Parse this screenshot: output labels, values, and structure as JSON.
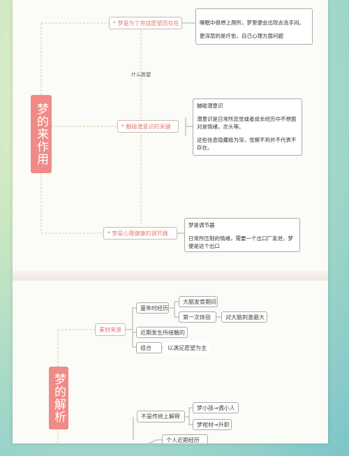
{
  "section1": {
    "title": "梦的来作用",
    "branches": [
      {
        "label": "* 梦是为了完成愿望而存在",
        "note": [
          "睡眠中很想上厕所，梦里便会出现去洗手间。",
          "更深层的是疗愈，自己心理方面问题"
        ]
      },
      {
        "label": "* 触碰潜意识的关键",
        "note": [
          "触碰潜意识",
          "潜意识是日常所忽觉或者成长经历中不想面对是情绪，念头等。",
          "这些信息隐藏极为深，觉察不到并不代表不存在。"
        ]
      },
      {
        "label": "* 梦是心理健康的调节器",
        "note": [
          "梦是调节器",
          "日常所压制的情绪，需要一个出口厂发泄。梦便是这个出口"
        ]
      }
    ],
    "edge_label": "什么愿望"
  },
  "section2": {
    "title": "梦的解析",
    "material": {
      "label": "素材来源",
      "children": [
        {
          "label": "童年时经历",
          "children": [
            {
              "label": "大脑发育期间"
            },
            {
              "label": "第一次体验",
              "children": [
                {
                  "label": "对大脑刺激最大"
                }
              ]
            }
          ]
        },
        {
          "label": "近期发生所接触的"
        },
        {
          "label": "组合",
          "children": [
            {
              "label": "以满足愿望为主"
            }
          ]
        }
      ]
    },
    "interpret": {
      "label": "不是传统上解释",
      "children": [
        {
          "label": "梦小孩→遇小人"
        },
        {
          "label": "梦棺材→升职"
        }
      ]
    },
    "extra": {
      "label": "个人近期经历"
    }
  }
}
